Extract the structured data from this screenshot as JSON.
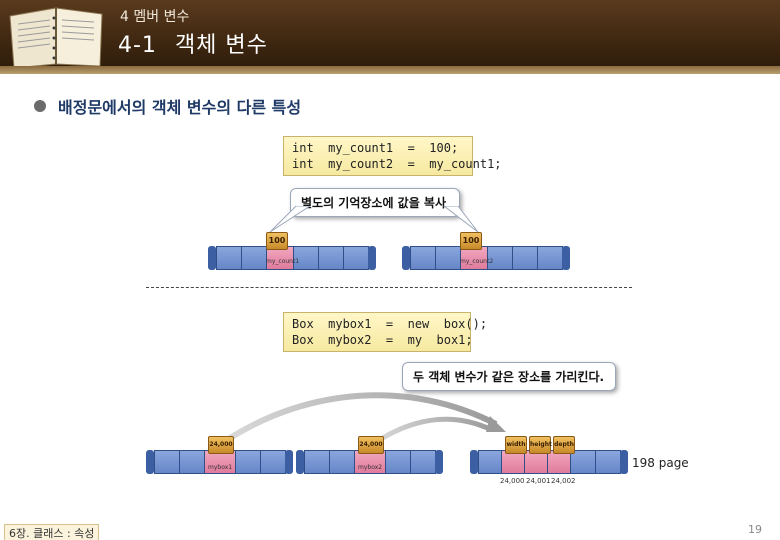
{
  "header": {
    "section_subtitle": "4 멤버 변수",
    "section_number": "4-1",
    "section_title": "객체 변수"
  },
  "heading": "배정문에서의 객체 변수의 다른 특성",
  "diagram_top": {
    "code_lines": [
      "int  my_count1  =  100;",
      "int  my_count2  =  my_count1;"
    ],
    "callout": "별도의 기억장소에 값을 복사",
    "left_book": "100",
    "left_cell_label": "my_count1",
    "right_book": "100",
    "right_cell_label": "my_count2"
  },
  "diagram_bottom": {
    "code_lines": [
      "Box  mybox1  =  new  box();",
      "Box  mybox2  =  my  box1;"
    ],
    "callout": "두 객체 변수가 같은 장소를 가리킨다.",
    "left_book": "24,000",
    "left_cell_label": "mybox1",
    "middle_book": "24,000",
    "middle_cell_label": "mybox2",
    "right_books": [
      "width",
      "height",
      "depth"
    ],
    "addresses": [
      "24,000",
      "24,001",
      "24,002"
    ],
    "page_ref": "198 page"
  },
  "footer": {
    "chapter": "6장. 클래스 : 속성",
    "page_number": "19"
  }
}
